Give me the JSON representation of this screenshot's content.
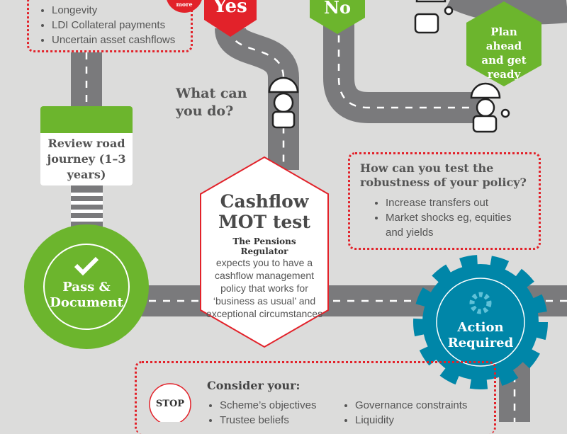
{
  "risks": {
    "items": [
      "Longevity",
      "LDI Collateral payments",
      "Uncertain asset cashflows"
    ]
  },
  "find_more": {
    "label": "more"
  },
  "yes_sign": {
    "label": "Yes"
  },
  "no_sign": {
    "label": "No"
  },
  "plan": {
    "label": "Plan ahead and get ready"
  },
  "what_can": {
    "label": "What can you do?"
  },
  "review": {
    "label": "Review road journey (1–3 years)"
  },
  "robust": {
    "title": "How can you test the robustness of your policy?",
    "items": [
      "Increase transfers out",
      "Market shocks eg, equities and yields"
    ]
  },
  "mot": {
    "title": "Cashflow MOT test",
    "regulator": "The Pensions Regulator",
    "body": "expects you to have a cashflow management policy that works for ‘business as usual’ and exceptional circumstances"
  },
  "pass": {
    "label": "Pass & Document"
  },
  "action": {
    "label": "Action Required"
  },
  "consider": {
    "stop": "STOP",
    "title": "Consider your:",
    "col1": [
      "Scheme’s objectives",
      "Trustee beliefs"
    ],
    "col2": [
      "Governance constraints",
      "Liquidity"
    ]
  },
  "colors": {
    "red": "#e2222a",
    "green": "#6cb52d",
    "blue": "#0086a8",
    "road": "#7a7a7c"
  }
}
